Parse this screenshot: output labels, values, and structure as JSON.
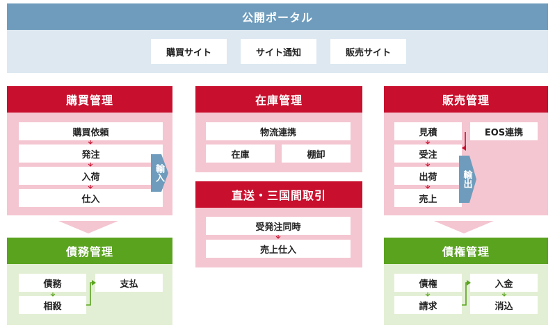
{
  "portal": {
    "title": "公開ポータル",
    "items": [
      "購買サイト",
      "サイト通知",
      "販売サイト"
    ]
  },
  "purchase": {
    "title": "購買管理",
    "steps": [
      "購買依頼",
      "発注",
      "入荷",
      "仕入"
    ],
    "import_label": "輸入"
  },
  "debt": {
    "title": "債務管理",
    "left": [
      "債務",
      "相殺"
    ],
    "right": "支払"
  },
  "inventory": {
    "title": "在庫管理",
    "top": "物流連携",
    "left": "在庫",
    "right": "棚卸"
  },
  "direct": {
    "title": "直送・三国間取引",
    "steps": [
      "受発注同時",
      "売上仕入"
    ]
  },
  "sales": {
    "title": "販売管理",
    "steps": [
      "見積",
      "受注",
      "出荷",
      "売上"
    ],
    "eos": "EOS連携",
    "export_label": "輸出"
  },
  "credit": {
    "title": "債権管理",
    "left": [
      "債権",
      "請求"
    ],
    "right": [
      "入金",
      "消込"
    ]
  },
  "colors": {
    "portal_header": "#6f9cbc",
    "portal_body": "#dde8f1",
    "red_header": "#c8102e",
    "pink_body": "#f4c6d1",
    "green_header": "#5aa31f",
    "green_body": "#e3efd4",
    "arrow_red": "#c8102e",
    "arrow_green": "#5aa31f",
    "tab_blue": "#6f9cbc"
  }
}
